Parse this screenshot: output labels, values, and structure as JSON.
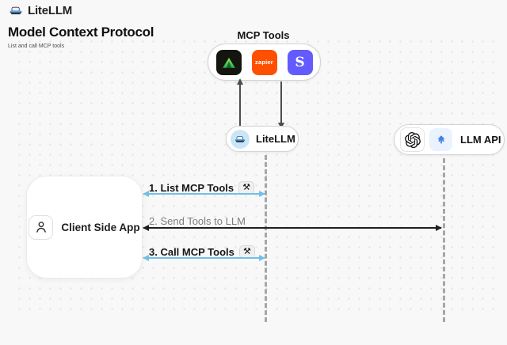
{
  "header": {
    "brand": "LiteLLM",
    "title": "Model Context Protocol",
    "subtitle": "List and call MCP tools"
  },
  "diagram": {
    "mcp_tools": {
      "label": "MCP Tools",
      "tools": [
        {
          "icon": "green-triangle-app-icon",
          "bg": "#15150f",
          "glyph_color": "#2ecc5e"
        },
        {
          "icon": "zapier-icon",
          "bg": "#ff4f00",
          "text": "zapier",
          "text_color": "#ffffff"
        },
        {
          "icon": "stripe-icon",
          "bg": "#635bff",
          "text": "S",
          "text_color": "#ffffff"
        }
      ]
    },
    "nodes": {
      "litellm": {
        "label": "LiteLLM",
        "icon": "litellm-boat-icon"
      },
      "llm_api": {
        "label": "LLM API",
        "icons": [
          "openai-icon",
          "blue-provider-icon"
        ]
      },
      "client": {
        "label": "Client Side App",
        "icon": "person-icon"
      }
    },
    "flows": [
      {
        "label": "1. List MCP Tools",
        "tool_glyph": "⚒",
        "arrow_color": "#72bfe9"
      },
      {
        "label": "2. Send Tools to LLM",
        "arrow_color": "#1f1f1f"
      },
      {
        "label": "3. Call MCP Tools",
        "tool_glyph": "⚒",
        "arrow_color": "#72bfe9"
      }
    ],
    "colors": {
      "background": "#f8f8f8",
      "accent_blue": "#72bfe9",
      "arrow_dark": "#1f1f1f",
      "lifeline_gray": "#a6a6a6",
      "zapier_orange": "#ff4f00",
      "stripe_purple": "#635bff",
      "triangle_green": "#2ecc5e",
      "provider_blue": "#3b7de9"
    }
  }
}
